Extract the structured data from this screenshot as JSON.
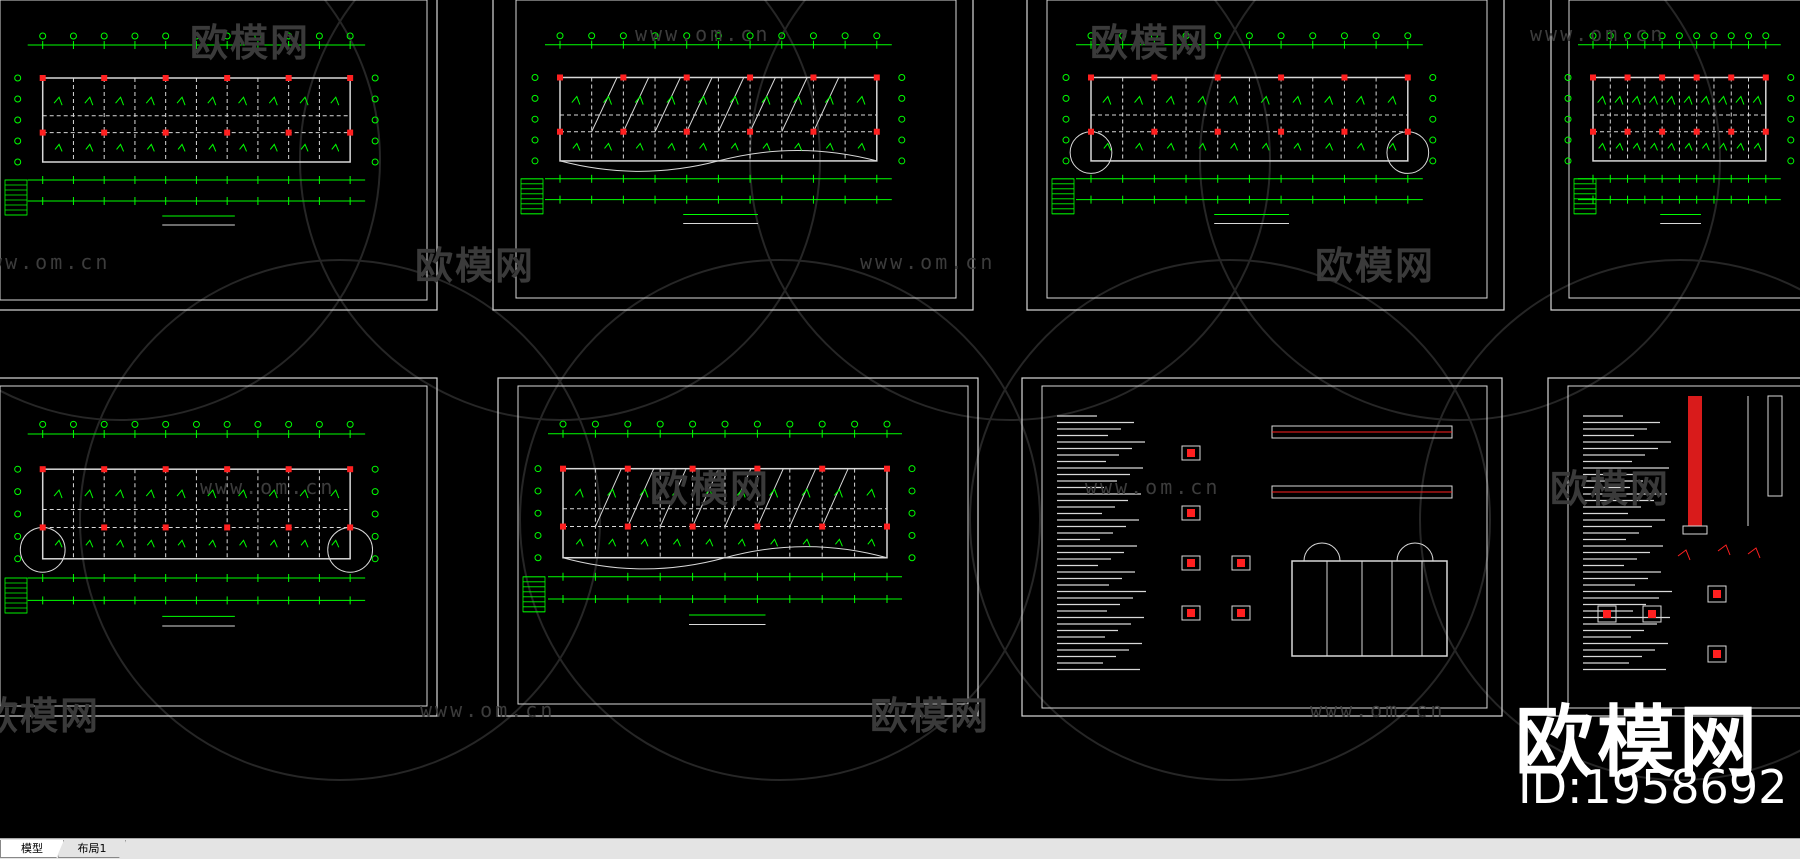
{
  "watermark": {
    "logo_text": "欧模网",
    "url_text": "www.om.cn"
  },
  "brand": {
    "name": "欧模网",
    "id_text": "ID:1958692"
  },
  "tabs": [
    {
      "label": "模型",
      "active": true
    },
    {
      "label": "布局1",
      "active": false
    }
  ],
  "colors": {
    "background": "#000000",
    "line_green": "#00ff00",
    "accent_red": "#ff2020",
    "sheet_border": "#cfcfcf",
    "watermark": "#3a3a3a"
  }
}
